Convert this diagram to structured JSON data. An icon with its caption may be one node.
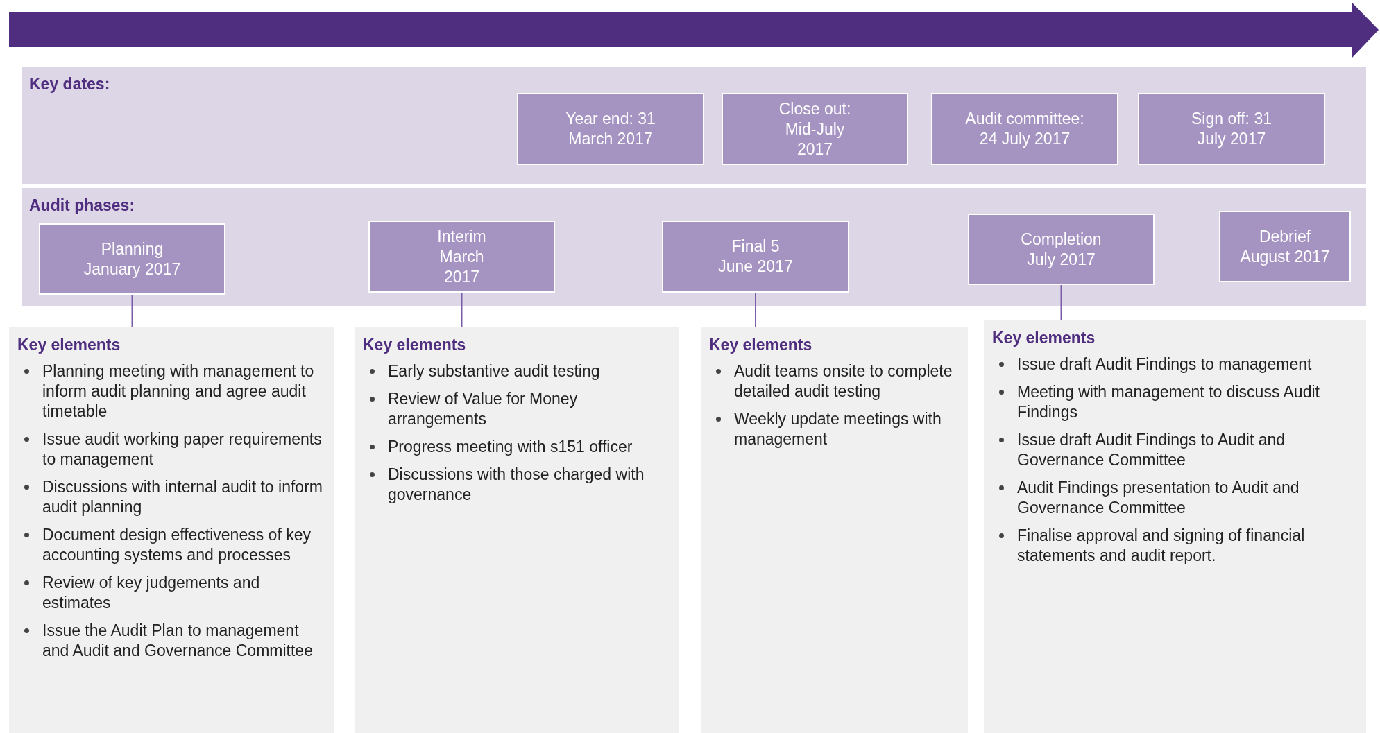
{
  "diagram": {
    "nodes": [
      {
        "text": [
          "Key dates:"
        ]
      },
      {
        "text": [
          "Year end: 31 March 2017"
        ],
        "in": 0
      },
      {
        "text": [
          "Close out: Mid-July 2017"
        ],
        "in": 0
      },
      {
        "text": [
          "Audit committee: 24 July 2017"
        ],
        "in": 0
      },
      {
        "text": [
          "Sign off: 31 July 2017"
        ],
        "in": 0
      },
      {
        "text": [
          "Audit phases:"
        ]
      },
      {
        "text": [
          "Planning January 2017"
        ],
        "in": 5
      },
      {
        "text": [
          "Interim March 2017"
        ],
        "in": 5
      },
      {
        "text": [
          "Final 5 June 2017"
        ],
        "in": 5
      },
      {
        "text": [
          "Completion July 2017"
        ],
        "in": 5
      },
      {
        "text": [
          "Debrief August 2017"
        ],
        "in": 5
      },
      {
        "text": [
          "Key elements",
          "Planning meeting with management to inform audit planning and agree audit timetable",
          "Issue audit working paper requirements to management",
          "Discussions with internal audit to inform audit planning",
          "Document design effectiveness of key accounting systems and processes",
          "Review of key judgements and estimates",
          "Issue the Audit Plan to management and Audit and Governance Committee"
        ]
      },
      {
        "text": [
          "Key elements",
          "Early substantive audit testing",
          "Review of Value for Money arrangements",
          "Progress meeting with s151 officer",
          "Discussions with those charged with governance"
        ]
      },
      {
        "text": [
          "Key elements",
          "Audit teams onsite to complete detailed audit testing",
          "Weekly update meetings with management"
        ]
      },
      {
        "text": [
          "Key elements",
          "Issue draft Audit Findings to management",
          "Meeting with management to discuss Audit Findings",
          "Issue draft Audit Findings to Audit and Governance Committee",
          "Audit Findings presentation to Audit and Governance Committee",
          "Finalise approval and signing of financial statements and audit report."
        ]
      }
    ],
    "edges": [
      {
        "from": 6,
        "to": 11,
        "arrow": "none"
      },
      {
        "from": 7,
        "to": 12,
        "arrow": "none"
      },
      {
        "from": 8,
        "to": 13,
        "arrow": "none"
      },
      {
        "from": 9,
        "to": 14,
        "arrow": "none"
      }
    ]
  }
}
